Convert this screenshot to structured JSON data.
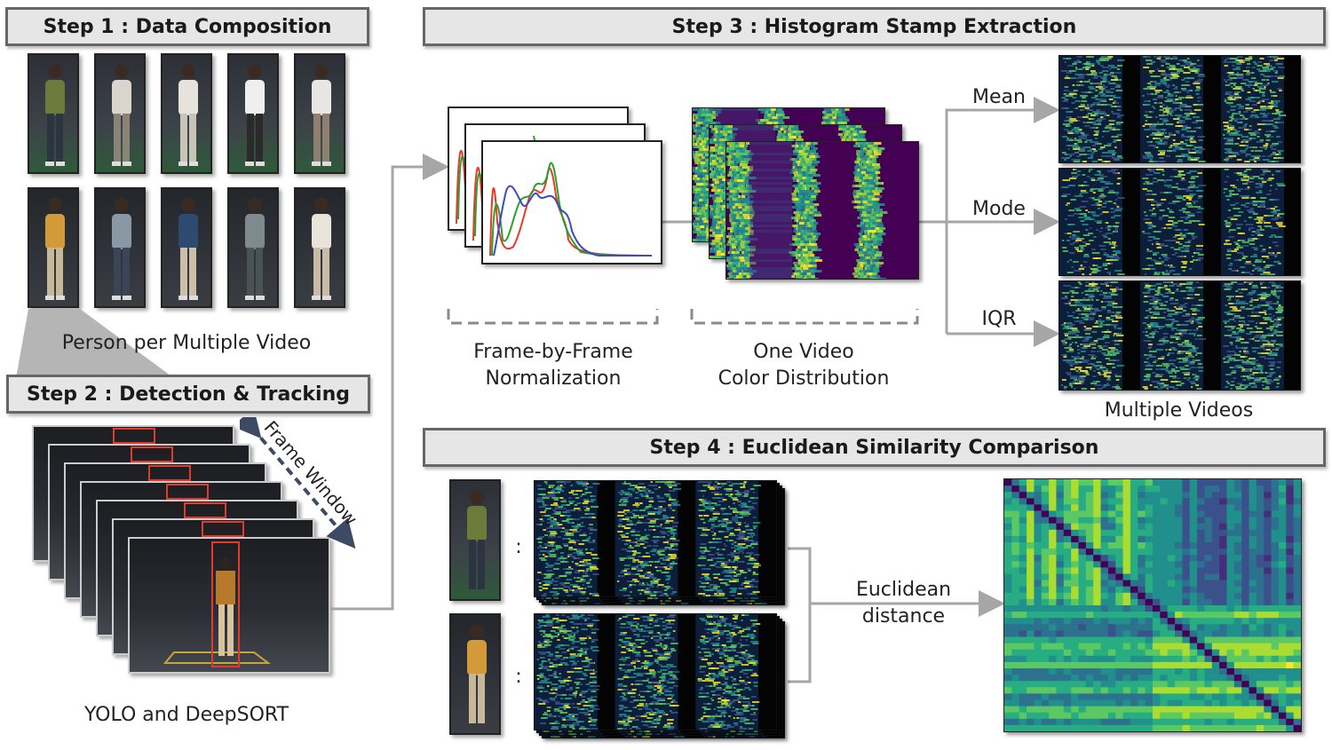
{
  "steps": {
    "step1": "Step 1 : Data Composition",
    "step2": "Step 2 : Detection & Tracking",
    "step3": "Step 3 : Histogram Stamp Extraction",
    "step4": "Step 4 : Euclidean Similarity Comparison"
  },
  "labels": {
    "person_per_video": "Person per Multiple Video",
    "yolo_deepsort": "YOLO and DeepSORT",
    "frame_window": "Frame Window",
    "frame_norm_line1": "Frame-by-Frame",
    "frame_norm_line2": "Normalization",
    "one_video_line1": "One Video",
    "one_video_line2": "Color Distribution",
    "mean": "Mean",
    "mode": "Mode",
    "iqr": "IQR",
    "multiple_videos": "Multiple Videos",
    "euclid_line1": "Euclidean",
    "euclid_line2": "distance",
    "colon": ":"
  },
  "colors": {
    "viridis_dark": "#440154",
    "viridis_teal": "#21918c",
    "viridis_yellow": "#fde725",
    "hist_red": "#e8392b",
    "hist_green": "#2ca02c",
    "hist_blue": "#3a4cc0",
    "arrow_gray": "#a6a6a6"
  },
  "icons": {
    "person_thumbnail": "person-photo-icon",
    "video_frame": "video-frame-icon"
  }
}
